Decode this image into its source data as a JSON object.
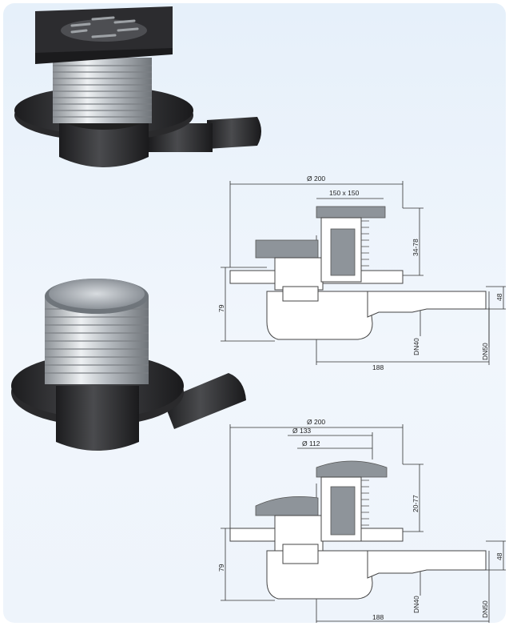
{
  "drawing_top": {
    "dia_200": "Ø 200",
    "grate_size": "150 x 150",
    "height_range": "34-78",
    "height_79": "79",
    "outlet_48": "48",
    "dn40": "DN40",
    "dn50": "DN50",
    "length_188": "188"
  },
  "drawing_bottom": {
    "dia_200": "Ø 200",
    "dia_133": "Ø 133",
    "dia_112": "Ø 112",
    "height_range": "20-77",
    "height_79": "79",
    "outlet_48": "48",
    "dn40": "DN40",
    "dn50": "DN50",
    "length_188": "188"
  },
  "colors": {
    "panel_top": "#e6f0fa",
    "product_dark": "#2d2d2f",
    "product_steel": "#c9ced3",
    "hatch": "#c9a0a0"
  }
}
